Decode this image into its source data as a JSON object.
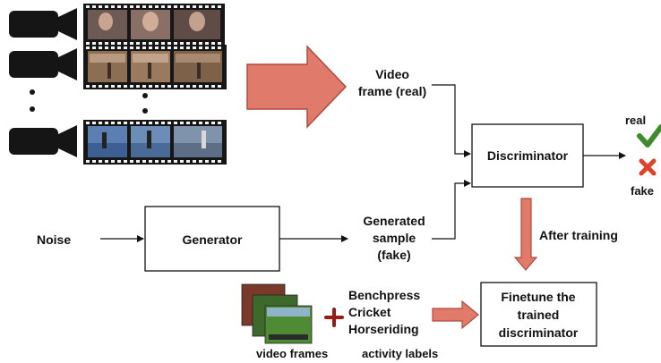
{
  "labels": {
    "video_frame_line1": "Video",
    "video_frame_line2": "frame (real)",
    "generated_line1": "Generated",
    "generated_line2": "sample",
    "generated_line3": "(fake)",
    "noise": "Noise",
    "real": "real",
    "fake": "fake",
    "after_training": "After training",
    "activity_1": "Benchpress",
    "activity_2": "Cricket",
    "activity_3": "Horseriding",
    "video_frames_caption": "video frames",
    "activity_labels_caption": "activity labels"
  },
  "boxes": {
    "generator": "Generator",
    "discriminator": "Discriminator",
    "finetune_line1": "Finetune the",
    "finetune_line2": "trained",
    "finetune_line3": "discriminator"
  },
  "colors": {
    "accent_arrow_fill": "#e07a6b",
    "accent_arrow_stroke": "#b14a3d",
    "check_green": "#3f8a2a",
    "cross_red": "#e0412a",
    "plus_red": "#9b1b14",
    "camera_black": "#151515"
  },
  "icons": [
    "camera-icon",
    "film-strip",
    "check-icon",
    "cross-icon",
    "plus-icon"
  ]
}
